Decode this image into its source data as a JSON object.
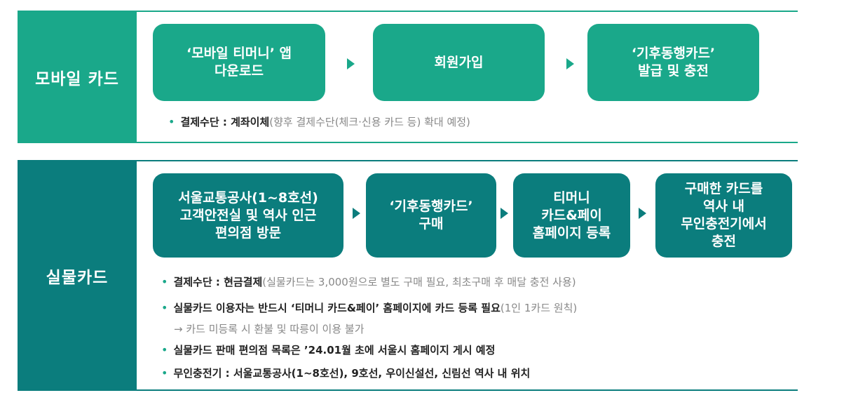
{
  "mobile": {
    "label": "모바일 카드",
    "steps": [
      "‘모바일 티머니’ 앱\n다운로드",
      "회원가입",
      "‘기후동행카드’\n발급 및 충전"
    ],
    "note": {
      "bullet": "•",
      "bold": "결제수단 : 계좌이체",
      "rest": "(향후 결제수단(체크·신용 카드 등) 확대 예정)"
    }
  },
  "physical": {
    "label": "실물카드",
    "steps": [
      "서울교통공사(1~8호선)\n고객안전실 및 역사 인근\n편의점 방문",
      "‘기후동행카드’\n구매",
      "티머니\n카드&페이\n홈페이지 등록",
      "구매한 카드를\n역사 내\n무인충전기에서\n충전"
    ],
    "notes": [
      {
        "bullet": "•",
        "bold": "결제수단 : 현금결제",
        "rest": "(실물카드는 3,000원으로 별도 구매 필요, 최초구매 후 매달 충전 사용)"
      },
      {
        "bullet": "•",
        "bold": "실물카드 이용자는 반드시 ‘티머니 카드&페이’ 홈페이지에 카드 등록 필요",
        "rest": "(1인 1카드 원칙)"
      },
      {
        "sub": "→ 카드 미등록 시 환불 및 따릉이 이용 불가"
      },
      {
        "bullet": "•",
        "bold": "실물카드 판매 편의점 목록은 ’24.01월 초에 서울시 홈페이지 게시 예정",
        "rest": ""
      },
      {
        "bullet": "•",
        "bold": "무인충전기 : 서울교통공사(1~8호선), 9호선, 우이신설선, 신림선 역사 내 위치",
        "rest": ""
      }
    ]
  }
}
